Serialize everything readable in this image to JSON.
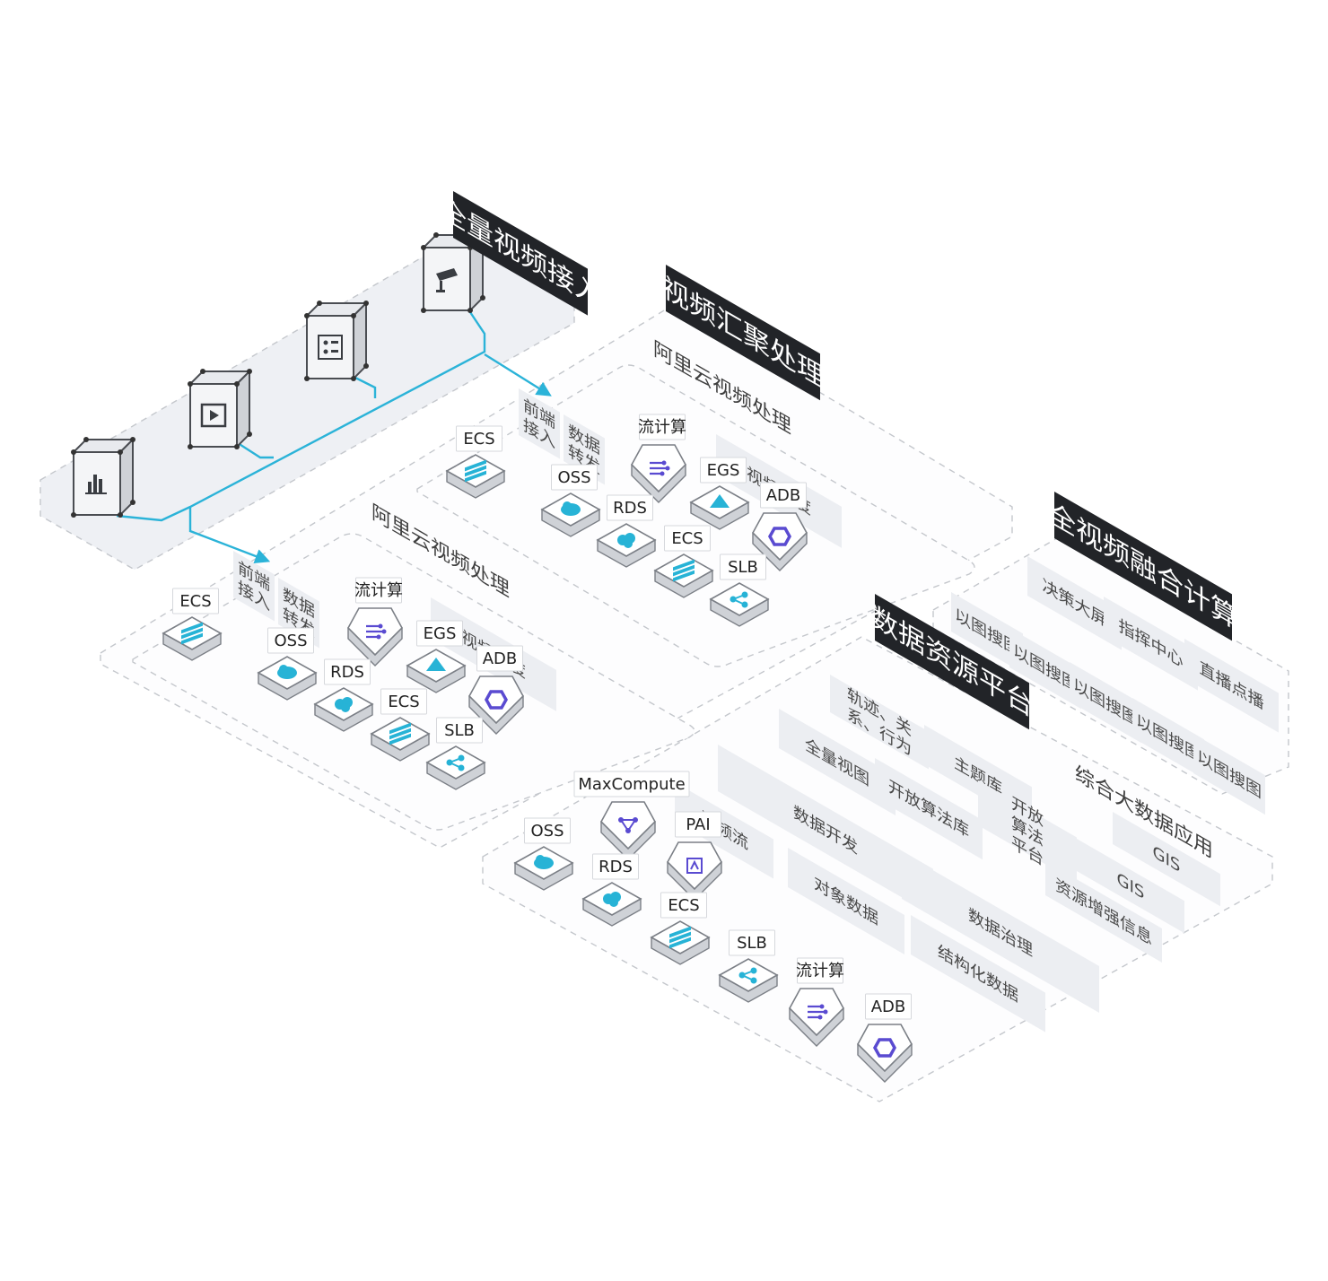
{
  "sections": {
    "video_access": {
      "title": "全量视频接入"
    },
    "video_aggregation": {
      "title": "视频汇聚处理"
    },
    "data_resource": {
      "title": "数据资源平台"
    },
    "fusion_compute": {
      "title": "全视频融合计算"
    }
  },
  "aliyun_clusters": [
    {
      "title": "阿里云视频处理",
      "tiles": [
        "前端接入",
        "数据转发",
        "视频调度"
      ],
      "services": [
        "ECS",
        "OSS",
        "流计算",
        "EGS",
        "RDS",
        "ADB",
        "ECS",
        "SLB"
      ]
    },
    {
      "title": "阿里云视频处理",
      "tiles": [
        "前端接入",
        "数据转发",
        "视频调度"
      ],
      "services": [
        "ECS",
        "OSS",
        "流计算",
        "EGS",
        "RDS",
        "ADB",
        "ECS",
        "SLB"
      ]
    }
  ],
  "data_platform": {
    "tiles": [
      "轨迹、关系、行为",
      "全量视图",
      "主题库",
      "数据开发",
      "开放算法库",
      "视频流",
      "开放算法平台",
      "对象数据",
      "数据治理",
      "结构化数据"
    ],
    "services": [
      "MaxCompute",
      "OSS",
      "PAI",
      "RDS",
      "ECS",
      "SLB",
      "流计算",
      "ADB"
    ]
  },
  "fusion_platform": {
    "tiles": [
      "决策大屏",
      "以图搜图",
      "指挥中心",
      "以图搜图",
      "以图搜图",
      "直播点播",
      "以图搜图",
      "以图搜图"
    ],
    "app_title": "综合大数据应用",
    "app_items": [
      "GIS",
      "GIS",
      "资源增强信息"
    ]
  },
  "device_icons": [
    "chart-icon",
    "video-icon",
    "network-icon",
    "camera-icon"
  ],
  "colors": {
    "link": "#2bb3d8",
    "icon_cyan": "#27b3d6",
    "icon_purple": "#5a4bd1",
    "banner": "#222428",
    "tile": "#eceef2"
  }
}
